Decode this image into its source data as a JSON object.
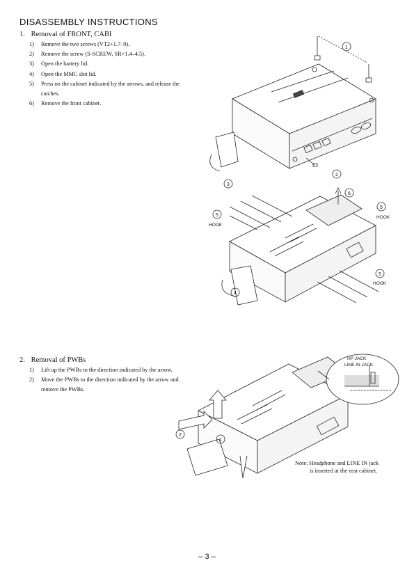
{
  "doc": {
    "title": "DISASSEMBLY  INSTRUCTIONS",
    "page_number": "– 3 –"
  },
  "section1": {
    "number": "1.",
    "heading": "Removal of FRONT, CABI",
    "steps": [
      {
        "n": "1)",
        "text": "Remove the two screws (VT2+1.7–9)."
      },
      {
        "n": "2)",
        "text": "Remove the screw (S-SCREW, SR+1.4–4.5)."
      },
      {
        "n": "3)",
        "text": "Open the battery lid."
      },
      {
        "n": "4)",
        "text": "Open the MMC slot lid."
      },
      {
        "n": "5)",
        "text": "Press on the cabinet indicated by the arrows, and release the catches."
      },
      {
        "n": "6)",
        "text": "Remove the front cabinet."
      }
    ]
  },
  "section2": {
    "number": "2.",
    "heading": "Removal of PWBs",
    "steps": [
      {
        "n": "1)",
        "text": "Lift up the PWBs to the direction indicated by the arrow."
      },
      {
        "n": "2)",
        "text": "Move the PWBs to the direction indicated by the arrow and remove the PWBs."
      }
    ]
  },
  "figure1": {
    "callouts": [
      "1",
      "2",
      "3",
      "4",
      "5",
      "6"
    ],
    "hook_label": "HOOK"
  },
  "figure2": {
    "callouts": [
      "1",
      "2"
    ],
    "inset_label_1": "HP JACK",
    "inset_label_2": "LINE IN JACK",
    "note_prefix": "Note:",
    "note_line1": "Headphone and LINE IN jack",
    "note_line2": "is inserted at the rear cabinet."
  }
}
